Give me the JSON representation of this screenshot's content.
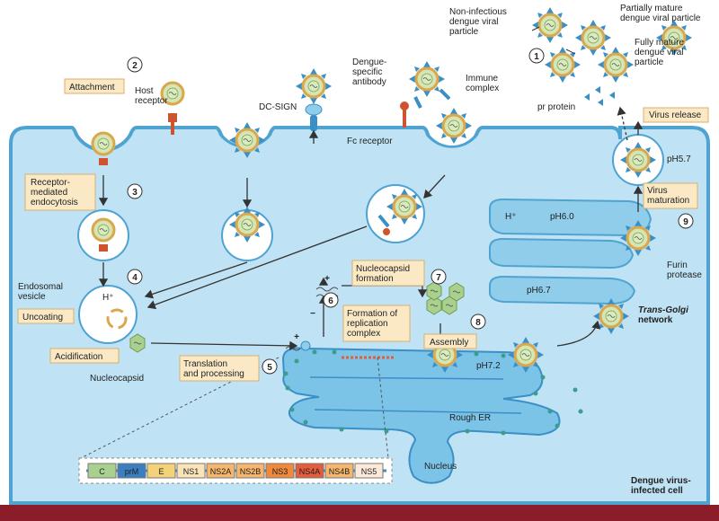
{
  "labels": {
    "attachment": "Attachment",
    "host_receptor": "Host\nreceptor",
    "dc_sign": "DC-SIGN",
    "dengue_specific_antibody": "Dengue-\nspecific\nantibody",
    "immune_complex": "Immune\ncomplex",
    "fc_receptor": "Fc receptor",
    "non_infectious": "Non-infectious\ndengue viral\nparticle",
    "partially_mature": "Partially mature\ndengue viral particle",
    "fully_mature": "Fully mature\ndengue viral\nparticle",
    "pr_protein": "pr protein",
    "virus_release": "Virus release",
    "ph57": "pH5.7",
    "virus_maturation": "Virus\nmaturation",
    "h_plus_golgi": "H⁺",
    "ph60": "pH6.0",
    "ph67": "pH6.7",
    "furin_protease": "Furin\nprotease",
    "trans_golgi": "Trans-Golgi",
    "network": "network",
    "receptor_mediated": "Receptor-\nmediated\nendocytosis",
    "endosomal_vesicle": "Endosomal\nvesicle",
    "h_plus_endo": "H⁺",
    "uncoating": "Uncoating",
    "acidification": "Acidification",
    "nucleocapsid": "Nucleocapsid",
    "translation": "Translation\nand processing",
    "nucleocapsid_formation": "Nucleocapsid\nformation",
    "formation_replication": "Formation of\nreplication\ncomplex",
    "assembly": "Assembly",
    "ph72": "pH7.2",
    "rough_er": "Rough ER",
    "nucleus": "Nucleus",
    "dengue_infected_cell": "Dengue virus-\ninfected cell",
    "plus": "+",
    "minus": "−"
  },
  "steps": [
    "1",
    "2",
    "3",
    "4",
    "5",
    "6",
    "7",
    "8",
    "9"
  ],
  "genome": [
    {
      "name": "C",
      "color": "#a9d08e"
    },
    {
      "name": "prM",
      "color": "#3b7fc0"
    },
    {
      "name": "E",
      "color": "#f4d27a"
    },
    {
      "name": "NS1",
      "color": "#fbe3b8"
    },
    {
      "name": "NS2A",
      "color": "#f6b66e"
    },
    {
      "name": "NS2B",
      "color": "#f6b66e"
    },
    {
      "name": "NS3",
      "color": "#ef8a3c"
    },
    {
      "name": "NS4A",
      "color": "#e35d3c"
    },
    {
      "name": "NS4B",
      "color": "#f6b66e"
    },
    {
      "name": "NS5",
      "color": "#fde9d8"
    }
  ],
  "colors": {
    "cell_fill": "#bfe3f4",
    "cell_stroke": "#4fa3d1",
    "er_fill": "#7cc3e8",
    "box_fill": "#fbe9c6",
    "bottom_band": "#8b1d2a",
    "receptor": "#d0532f"
  }
}
